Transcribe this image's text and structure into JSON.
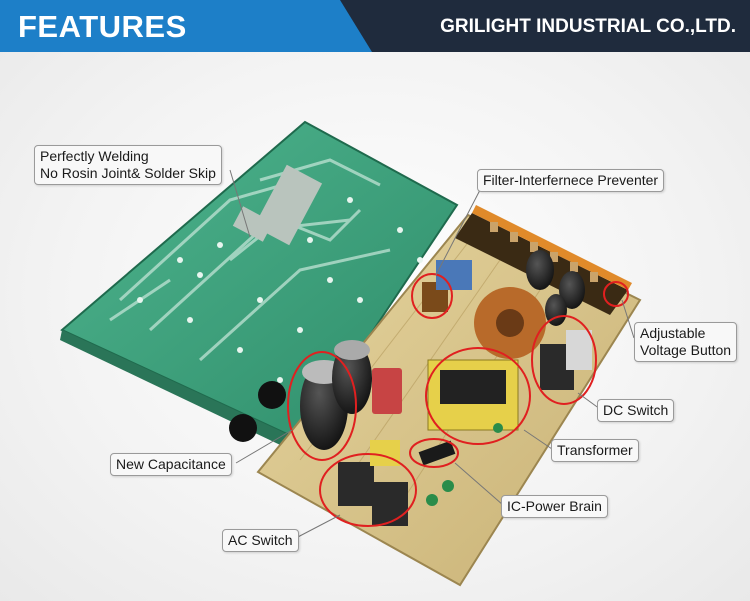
{
  "header": {
    "title": "FEATURES",
    "company": "GRILIGHT INDUSTRIAL CO.,LTD."
  },
  "callouts": {
    "welding": {
      "line1": "Perfectly Welding",
      "line2": "No Rosin Joint& Solder Skip"
    },
    "filter": "Filter-Interfernece Preventer",
    "adjustable": {
      "line1": "Adjustable",
      "line2": "Voltage Button"
    },
    "dc_switch": "DC Switch",
    "transformer": "Transformer",
    "capacitance": "New Capacitance",
    "ic_power": "IC-Power Brain",
    "ac_switch": "AC Switch"
  },
  "colors": {
    "header_blue": "#1d7fc8",
    "header_dark": "#1f2b3d",
    "green_pcb": "#3aa37c",
    "tan_pcb": "#d9c58a",
    "callout_red": "#e02020"
  }
}
